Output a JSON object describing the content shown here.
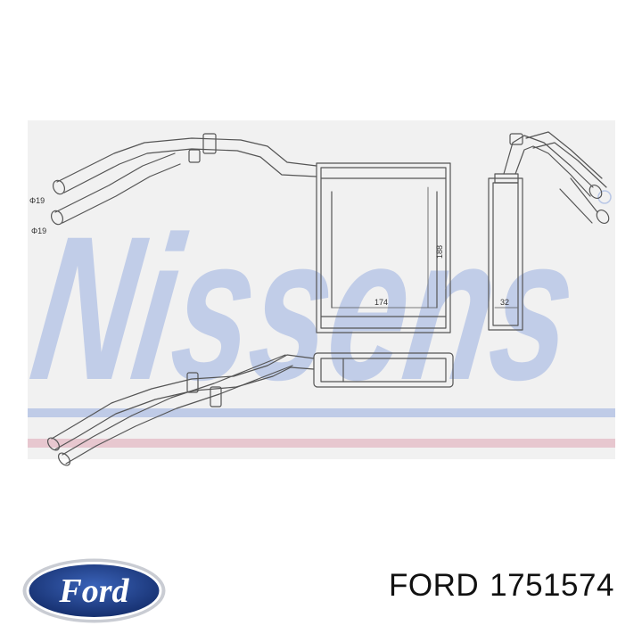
{
  "watermark": {
    "text": "Nissens"
  },
  "diagram": {
    "pipe_diameter_top": "Φ19",
    "pipe_diameter_bottom": "Φ19",
    "width_dim": "174",
    "height_dim": "188",
    "depth_dim": "32"
  },
  "brand": {
    "logo_text": "Ford",
    "name": "FORD",
    "part_number": "1751574"
  },
  "colors": {
    "watermark_blue": "#b9c7e6",
    "watermark_red": "#e6c2cb",
    "ford_blue": "#1f3f8c"
  }
}
